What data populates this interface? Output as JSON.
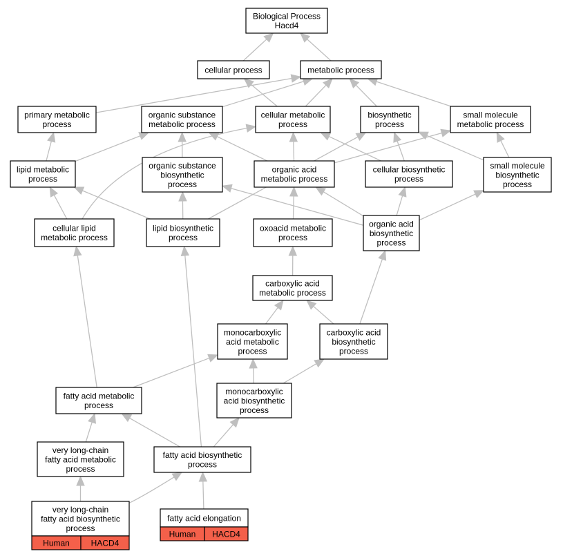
{
  "colors": {
    "edge": "#bfbfbf",
    "tag_fill": "#f4604a",
    "node_fill": "#ffffff",
    "border": "#000000"
  },
  "nodes": {
    "root": {
      "lines": [
        "Biological Process",
        "Hacd4"
      ]
    },
    "cellular_process": {
      "lines": [
        "cellular process"
      ]
    },
    "metabolic_process": {
      "lines": [
        "metabolic process"
      ]
    },
    "primary_metabolic": {
      "lines": [
        "primary metabolic",
        "process"
      ]
    },
    "organic_substance_metabolic": {
      "lines": [
        "organic substance",
        "metabolic process"
      ]
    },
    "cellular_metabolic": {
      "lines": [
        "cellular metabolic",
        "process"
      ]
    },
    "biosynthetic": {
      "lines": [
        "biosynthetic",
        "process"
      ]
    },
    "small_molecule_metabolic": {
      "lines": [
        "small molecule",
        "metabolic process"
      ]
    },
    "lipid_metabolic": {
      "lines": [
        "lipid metabolic",
        "process"
      ]
    },
    "organic_substance_biosynthetic": {
      "lines": [
        "organic substance",
        "biosynthetic",
        "process"
      ]
    },
    "organic_acid_metabolic": {
      "lines": [
        "organic acid",
        "metabolic process"
      ]
    },
    "cellular_biosynthetic": {
      "lines": [
        "cellular biosynthetic",
        "process"
      ]
    },
    "small_molecule_biosynthetic": {
      "lines": [
        "small molecule",
        "biosynthetic",
        "process"
      ]
    },
    "cellular_lipid_metabolic": {
      "lines": [
        "cellular lipid",
        "metabolic process"
      ]
    },
    "lipid_biosynthetic": {
      "lines": [
        "lipid biosynthetic",
        "process"
      ]
    },
    "oxoacid_metabolic": {
      "lines": [
        "oxoacid metabolic",
        "process"
      ]
    },
    "organic_acid_biosynthetic": {
      "lines": [
        "organic acid",
        "biosynthetic",
        "process"
      ]
    },
    "carboxylic_acid_metabolic": {
      "lines": [
        "carboxylic acid",
        "metabolic process"
      ]
    },
    "monocarboxylic_acid_metabolic": {
      "lines": [
        "monocarboxylic",
        "acid metabolic",
        "process"
      ]
    },
    "carboxylic_acid_biosynthetic": {
      "lines": [
        "carboxylic acid",
        "biosynthetic",
        "process"
      ]
    },
    "monocarboxylic_acid_biosynthetic": {
      "lines": [
        "monocarboxylic",
        "acid biosynthetic",
        "process"
      ]
    },
    "fatty_acid_metabolic": {
      "lines": [
        "fatty acid metabolic",
        "process"
      ]
    },
    "vlc_fatty_acid_metabolic": {
      "lines": [
        "very long-chain",
        "fatty acid metabolic",
        "process"
      ]
    },
    "fatty_acid_biosynthetic": {
      "lines": [
        "fatty acid biosynthetic",
        "process"
      ]
    },
    "vlc_fatty_acid_biosynthetic": {
      "lines": [
        "very long-chain",
        "fatty acid biosynthetic",
        "process"
      ],
      "tags": [
        "Human",
        "HACD4"
      ]
    },
    "fatty_acid_elongation": {
      "lines": [
        "fatty acid elongation"
      ],
      "tags": [
        "Human",
        "HACD4"
      ]
    }
  }
}
